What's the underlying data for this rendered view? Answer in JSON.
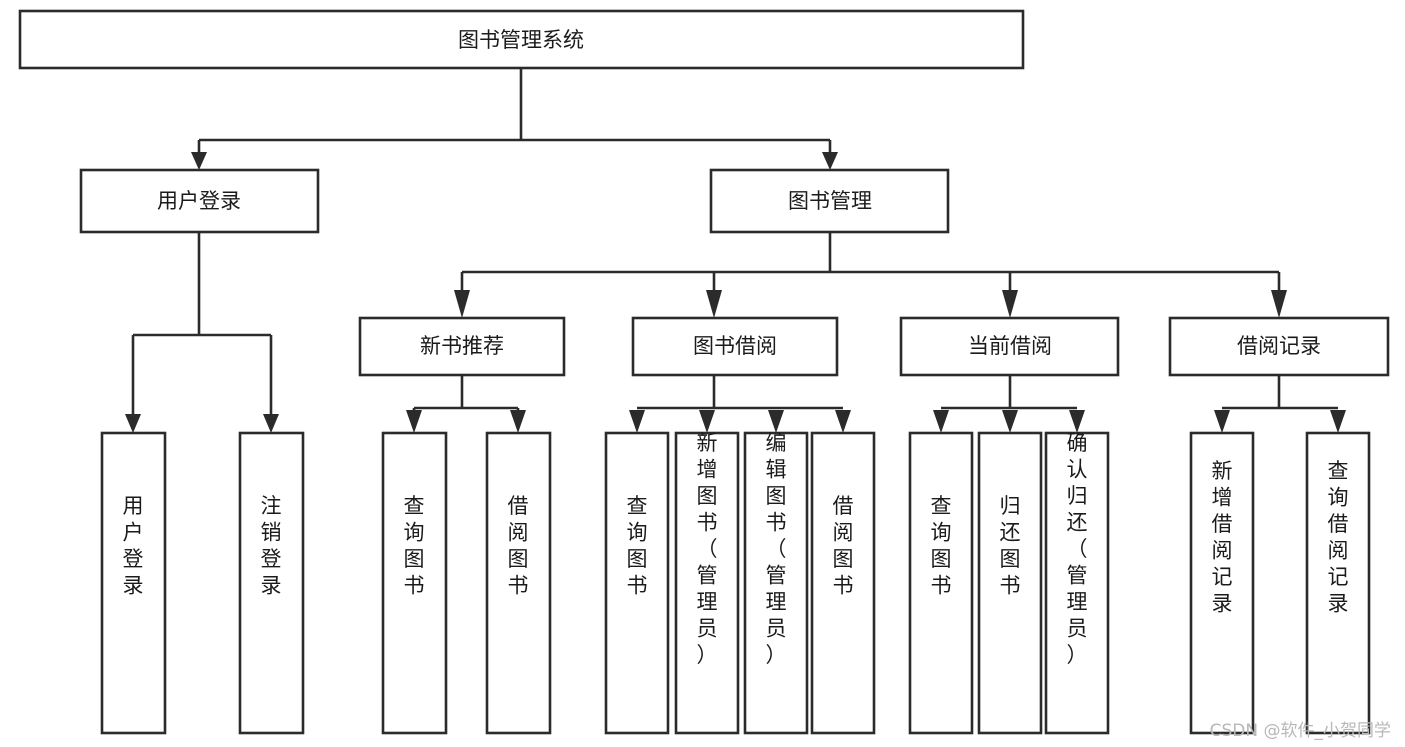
{
  "diagram": {
    "type": "tree-hierarchy",
    "orientation": "top-down",
    "title_node": "图书管理系统",
    "colors": {
      "box_stroke": "#2b2b2b",
      "box_fill": "#ffffff",
      "connector": "#2b2b2b",
      "label_text": "#1b1b1b",
      "background": "#ffffff",
      "watermark_text": "#b8b8b8"
    },
    "root": {
      "id": "root",
      "label": "图书管理系统",
      "orientation": "horizontal"
    },
    "level2": [
      {
        "id": "user-login",
        "label": "用户登录",
        "orientation": "horizontal"
      },
      {
        "id": "book-manage",
        "label": "图书管理",
        "orientation": "horizontal"
      }
    ],
    "level3": [
      {
        "id": "new-book-recommend",
        "label": "新书推荐",
        "orientation": "horizontal",
        "parent": "book-manage"
      },
      {
        "id": "book-borrow",
        "label": "图书借阅",
        "orientation": "horizontal",
        "parent": "book-manage"
      },
      {
        "id": "current-borrow",
        "label": "当前借阅",
        "orientation": "horizontal",
        "parent": "book-manage"
      },
      {
        "id": "borrow-record",
        "label": "借阅记录",
        "orientation": "horizontal",
        "parent": "book-manage"
      }
    ],
    "leaves": [
      {
        "id": "leaf-user-login",
        "label": "用户登录",
        "orientation": "vertical",
        "parent": "user-login"
      },
      {
        "id": "leaf-user-logout",
        "label": "注销登录",
        "orientation": "vertical",
        "parent": "user-login"
      },
      {
        "id": "leaf-query-book-1",
        "label": "查询图书",
        "orientation": "vertical",
        "parent": "new-book-recommend"
      },
      {
        "id": "leaf-borrow-book-1",
        "label": "借阅图书",
        "orientation": "vertical",
        "parent": "new-book-recommend"
      },
      {
        "id": "leaf-query-book-2",
        "label": "查询图书",
        "orientation": "vertical",
        "parent": "book-borrow"
      },
      {
        "id": "leaf-add-book",
        "label": "新增图书（管理员）",
        "orientation": "vertical",
        "parent": "book-borrow"
      },
      {
        "id": "leaf-edit-book",
        "label": "编辑图书（管理员）",
        "orientation": "vertical",
        "parent": "book-borrow"
      },
      {
        "id": "leaf-borrow-book-2",
        "label": "借阅图书",
        "orientation": "vertical",
        "parent": "book-borrow"
      },
      {
        "id": "leaf-query-book-3",
        "label": "查询图书",
        "orientation": "vertical",
        "parent": "current-borrow"
      },
      {
        "id": "leaf-return-book",
        "label": "归还图书",
        "orientation": "vertical",
        "parent": "current-borrow"
      },
      {
        "id": "leaf-confirm-return",
        "label": "确认归还（管理员）",
        "orientation": "vertical",
        "parent": "current-borrow"
      },
      {
        "id": "leaf-add-record",
        "label": "新增借阅记录",
        "orientation": "vertical",
        "parent": "borrow-record"
      },
      {
        "id": "leaf-query-record",
        "label": "查询借阅记录",
        "orientation": "vertical",
        "parent": "borrow-record"
      }
    ]
  },
  "watermark": {
    "text": "CSDN @软件_小贺同学"
  }
}
